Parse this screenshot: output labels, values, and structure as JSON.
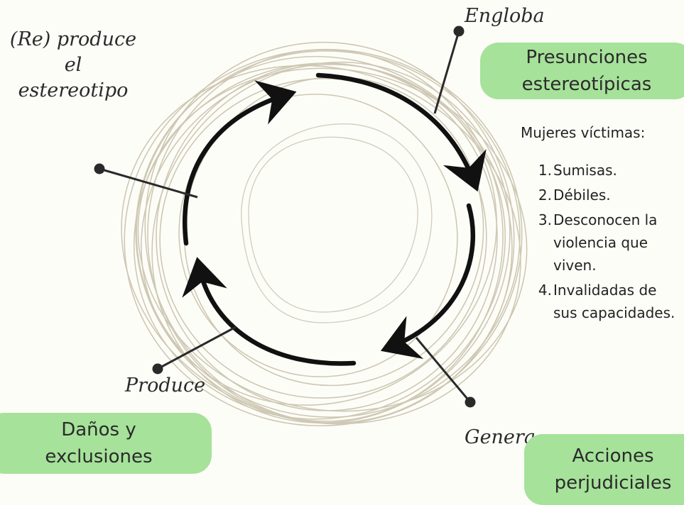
{
  "labels": {
    "engloba": "Engloba",
    "reproduce_line1": "(Re) produce",
    "reproduce_line2": "el",
    "reproduce_line3": "estereotipo",
    "produce": "Produce",
    "genera": "Genera"
  },
  "boxes": {
    "presunciones": [
      "Presunciones",
      "estereotípicas"
    ],
    "danos": [
      "Daños y",
      "exclusiones"
    ],
    "acciones": [
      "Acciones",
      "perjudiciales"
    ]
  },
  "victims": {
    "heading": "Mujeres víctimas:",
    "items": [
      {
        "num": "1.",
        "text": "Sumisas."
      },
      {
        "num": "2.",
        "text": "Débiles."
      },
      {
        "num": "3.",
        "text": "Desconocen la violencia que viven."
      },
      {
        "num": "4.",
        "text": "Invalidadas de sus capacidades."
      }
    ]
  },
  "colors": {
    "box_fill": "#a6e29a",
    "sketch_stroke": "#c9c3ad",
    "arrow_stroke": "#111111"
  }
}
